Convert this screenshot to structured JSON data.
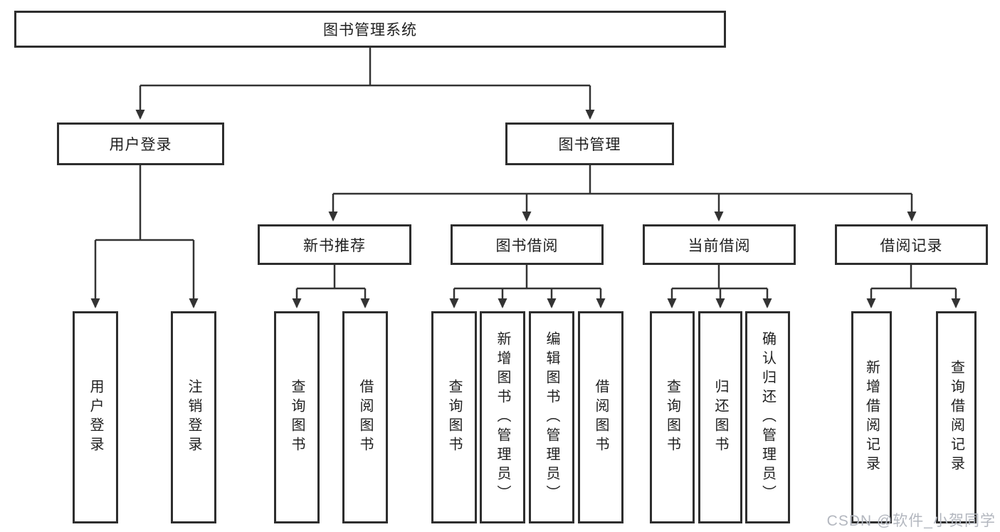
{
  "diagram": {
    "root": {
      "label": "图书管理系统"
    },
    "level2": {
      "user_login": {
        "label": "用户登录",
        "children": {
          "login": "用户登录",
          "logout": "注销登录"
        }
      },
      "book_management": {
        "label": "图书管理",
        "sections": {
          "new_book_recommend": {
            "label": "新书推荐",
            "children": {
              "query_books": "查询图书",
              "borrow_books": "借阅图书"
            }
          },
          "book_borrowing": {
            "label": "图书借阅",
            "children": {
              "query_books": "查询图书",
              "add_books": "新增图书（管理员）",
              "edit_books": "编辑图书（管理员）",
              "borrow_books": "借阅图书"
            }
          },
          "current_borrowing": {
            "label": "当前借阅",
            "children": {
              "query_books": "查询图书",
              "return_books": "归还图书",
              "confirm_return": "确认归还（管理员）"
            }
          },
          "borrowing_records": {
            "label": "借阅记录",
            "children": {
              "add_record": "新增借阅记录",
              "query_record": "查询借阅记录"
            }
          }
        }
      }
    }
  },
  "watermark": {
    "text": "CSDN @软件_小贺同学"
  },
  "colors": {
    "line": "#333333",
    "border": "#2e2e2e",
    "text": "#1f1f1f",
    "watermark": "#b3b7bf"
  }
}
